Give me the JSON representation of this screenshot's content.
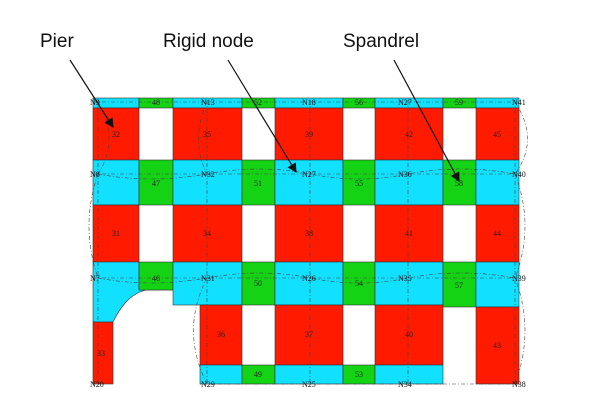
{
  "colors": {
    "pier": "#ff1a00",
    "spandrel_green": "#14d214",
    "rigid_cyan": "#11e0ff",
    "background": "#ffffff",
    "outline": "#333333",
    "dash_line": "#444444",
    "leader": "#111111"
  },
  "labels": {
    "pier": "Pier",
    "rigid_node": "Rigid node",
    "spandrel": "Spandrel"
  },
  "element_numbers": {
    "row1": [
      "32",
      "35",
      "39",
      "42",
      "45"
    ],
    "row2": [
      "31",
      "34",
      "38",
      "41",
      "44"
    ],
    "row3": [
      "33",
      "36",
      "37",
      "40",
      "43"
    ],
    "spandrels_top": [
      "48",
      "52",
      "56",
      "59"
    ],
    "spandrels_mid": [
      "47",
      "51",
      "55",
      "58"
    ],
    "spandrels_low": [
      "46",
      "50",
      "54",
      "57"
    ],
    "spandrels_bottom": [
      "49",
      "53"
    ]
  },
  "node_numbers": {
    "top": [
      "N9",
      "N13",
      "N18",
      "N27",
      "N41"
    ],
    "upper": [
      "N8",
      "N32",
      "N27",
      "N36",
      "N40"
    ],
    "middle": [
      "N7",
      "N31",
      "N26",
      "N35",
      "N39"
    ],
    "bottom": [
      "N20",
      "N29",
      "N25",
      "N34",
      "N38"
    ]
  }
}
